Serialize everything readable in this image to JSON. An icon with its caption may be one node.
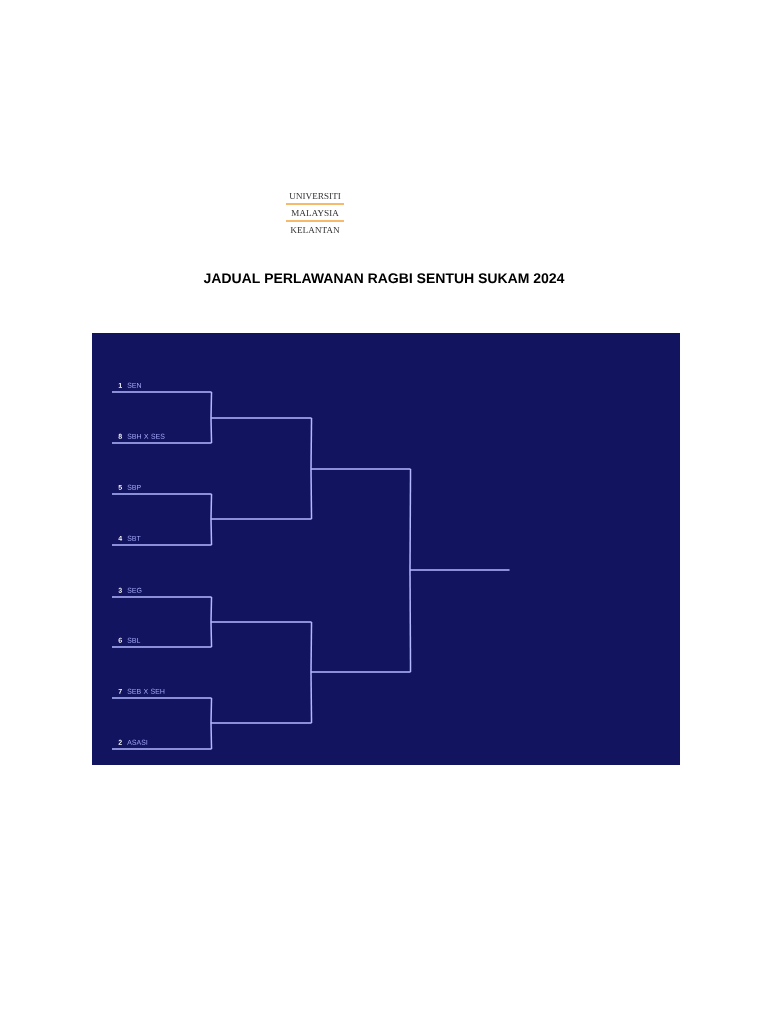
{
  "diagram": {
    "title": "JADUAL PERLAWANAN RAGBI SENTUH SUKAM 2024",
    "nodes": [
      {
        "text": [
          "1",
          "SEN"
        ]
      },
      {
        "text": [
          "8",
          "SBH X SES"
        ]
      },
      {
        "text": [
          "5",
          "SBP"
        ]
      },
      {
        "text": [
          "4",
          "SBT"
        ]
      },
      {
        "text": [
          "3",
          "SEG"
        ]
      },
      {
        "text": [
          "6",
          "SBL"
        ]
      },
      {
        "text": [
          "7",
          "SEB X SEH"
        ]
      },
      {
        "text": [
          "2",
          "ASASI"
        ]
      },
      {
        "text": [],
        "shape": "line"
      },
      {
        "text": [],
        "shape": "line"
      },
      {
        "text": [],
        "shape": "line"
      },
      {
        "text": [],
        "shape": "line"
      },
      {
        "text": [],
        "shape": "line"
      },
      {
        "text": [],
        "shape": "line"
      },
      {
        "text": [],
        "shape": "line"
      }
    ],
    "edges": [
      {
        "from": 0,
        "to": 8,
        "arrow": "none"
      },
      {
        "from": 1,
        "to": 8,
        "arrow": "none"
      },
      {
        "from": 2,
        "to": 9,
        "arrow": "none"
      },
      {
        "from": 3,
        "to": 9,
        "arrow": "none"
      },
      {
        "from": 4,
        "to": 10,
        "arrow": "none"
      },
      {
        "from": 5,
        "to": 10,
        "arrow": "none"
      },
      {
        "from": 6,
        "to": 11,
        "arrow": "none"
      },
      {
        "from": 7,
        "to": 11,
        "arrow": "none"
      },
      {
        "from": 8,
        "to": 12,
        "arrow": "none"
      },
      {
        "from": 9,
        "to": 12,
        "arrow": "none"
      },
      {
        "from": 10,
        "to": 13,
        "arrow": "none"
      },
      {
        "from": 11,
        "to": 13,
        "arrow": "none"
      },
      {
        "from": 12,
        "to": 14,
        "arrow": "none"
      },
      {
        "from": 13,
        "to": 14,
        "arrow": "none"
      }
    ],
    "labels": [
      "UNIVERSITI",
      "MALAYSIA",
      "KELANTAN"
    ]
  }
}
